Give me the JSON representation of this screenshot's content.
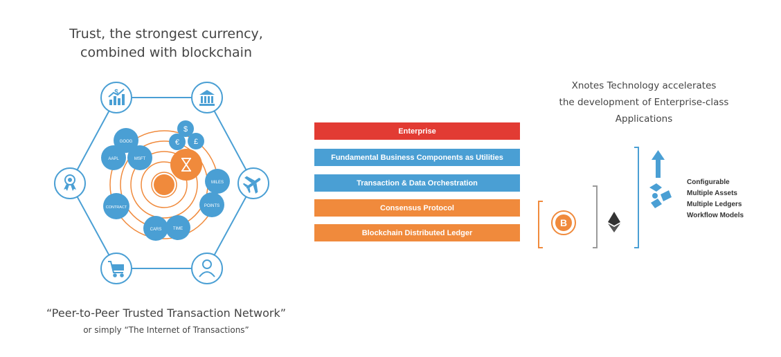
{
  "left_title": [
    "Trust, the strongest currency,",
    "combined with blockchain"
  ],
  "quote": {
    "main": "“Peer-to-Peer Trusted Transaction Network”",
    "sub": "or simply “The Internet of Transactions”"
  },
  "network": {
    "bubbles": [
      "GOOG",
      "AAPL",
      "MSFT",
      "MILES",
      "POINTS",
      "CONTRACT",
      "CARS",
      "TIME"
    ],
    "currency_symbols": [
      "$",
      "€",
      "£"
    ],
    "hub_icons": [
      "stock-chart-icon",
      "bank-icon",
      "airplane-icon",
      "shopping-cart-icon",
      "person-icon",
      "award-ribbon-icon"
    ],
    "center_icon": "hourglass-icon"
  },
  "right_title": [
    "Xnotes Technology accelerates",
    "the development of Enterprise-class",
    "Applications"
  ],
  "stack": [
    {
      "label": "Enterprise",
      "color": "#e23b33"
    },
    {
      "label": "Fundamental Business Components as Utilities",
      "color": "#4a9fd4"
    },
    {
      "label": "Transaction & Data Orchestration",
      "color": "#4a9fd4"
    },
    {
      "label": "Consensus Protocol",
      "color": "#f08a3c"
    },
    {
      "label": "Blockchain Distributed Ledger",
      "color": "#f08a3c"
    }
  ],
  "features": [
    "Configurable",
    "Multiple Assets",
    "Multiple Ledgers",
    "Workflow Models"
  ],
  "colors": {
    "blue": "#4a9fd4",
    "orange": "#f08a3c",
    "red": "#e23b33",
    "gray": "#9a9a9a"
  }
}
